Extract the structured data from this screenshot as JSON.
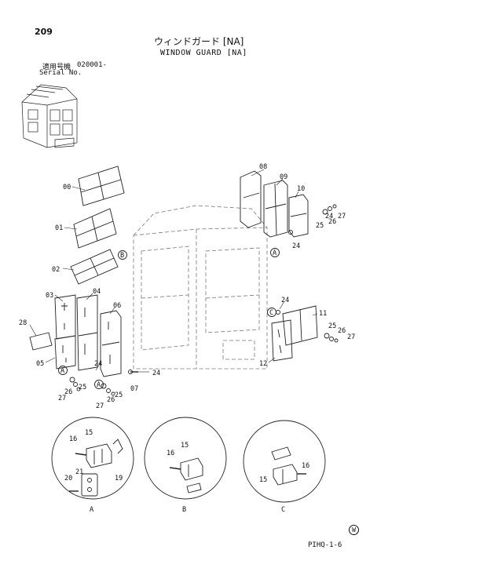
{
  "header": {
    "page_number": "209",
    "title_jp": "ウィンドガード [NA]",
    "title_en": "WINDOW GUARD [NA]",
    "serial_label_jp": "適用号機",
    "serial_label_en": "Serial No.",
    "serial_value": "020001-"
  },
  "parts": {
    "p00": "00",
    "p01": "01",
    "p02": "02",
    "p03": "03",
    "p04": "04",
    "p05": "05",
    "p06": "06",
    "p07": "07",
    "p08": "08",
    "p09": "09",
    "p10": "10",
    "p11": "11",
    "p12": "12",
    "p15a": "15",
    "p15b": "15",
    "p15c": "15",
    "p16a": "16",
    "p16b": "16",
    "p16c": "16",
    "p19": "19",
    "p20": "20",
    "p21": "21",
    "p24a": "24",
    "p24b": "24",
    "p24c": "24",
    "p24d": "24",
    "p25a": "25",
    "p25b": "25",
    "p25c": "25",
    "p25d": "25",
    "p26a": "26",
    "p26b": "26",
    "p26c": "26",
    "p26d": "26",
    "p27a": "27",
    "p27b": "27",
    "p27c": "27",
    "p27d": "27",
    "p28": "28"
  },
  "callouts": {
    "A1": "A",
    "A2": "A",
    "A3": "A",
    "B1": "B",
    "C1": "C",
    "detail_A": "A",
    "detail_B": "B",
    "detail_C": "C"
  },
  "footer": {
    "doc_code": "PIHQ-1-6",
    "mark": "W"
  }
}
